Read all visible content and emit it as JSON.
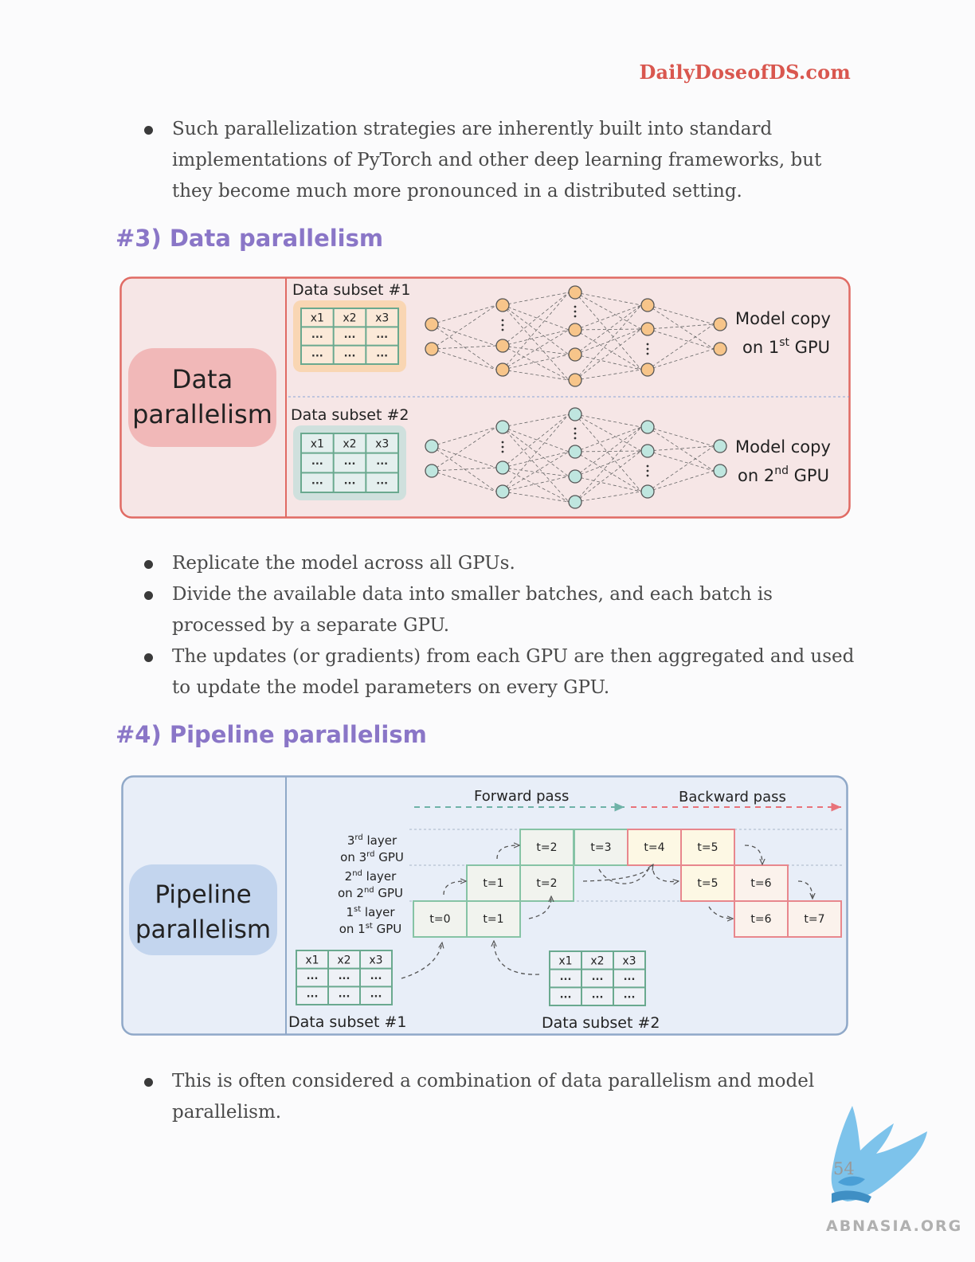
{
  "header": {
    "brand": "DailyDoseofDS.com"
  },
  "intro_bullets": [
    "Such parallelization strategies are inherently built into standard implementations of PyTorch and other deep learning frameworks, but they become much more pronounced in a distributed setting."
  ],
  "section3": {
    "heading": "#3) Data parallelism",
    "diagram": {
      "side_label_line1": "Data",
      "side_label_line2": "parallelism",
      "subset1_label": "Data subset #1",
      "subset2_label": "Data subset #2",
      "table_headers": [
        "x1",
        "x2",
        "x3"
      ],
      "table_cell": "...",
      "model_copy_1_line1": "Model copy",
      "model_copy_1_line2_pre": "on 1",
      "model_copy_1_sup": "st",
      "model_copy_1_line2_post": " GPU",
      "model_copy_2_line1": "Model copy",
      "model_copy_2_line2_pre": "on 2",
      "model_copy_2_sup": "nd",
      "model_copy_2_line2_post": " GPU",
      "colors": {
        "gpu1_node": "#f7c58a",
        "gpu2_node": "#bfe6df",
        "panel": "#f6e6e6",
        "border": "#e06a63",
        "pill": "#f1b8b8"
      }
    },
    "bullets": [
      "Replicate the model across all GPUs.",
      "Divide the available data into smaller batches, and each batch is processed by a separate GPU.",
      "The updates (or gradients) from each GPU are then aggregated and used to update the model parameters on every GPU."
    ]
  },
  "section4": {
    "heading": "#4) Pipeline parallelism",
    "diagram": {
      "side_label_line1": "Pipeline",
      "side_label_line2": "parallelism",
      "forward_label": "Forward pass",
      "backward_label": "Backward pass",
      "layer3_pre": "3",
      "layer3_sup": "rd",
      "layer3_post": " layer",
      "layer3_gpu_pre": "on 3",
      "layer3_gpu_sup": "rd",
      "layer3_gpu_post": " GPU",
      "layer2_pre": "2",
      "layer2_sup": "nd",
      "layer2_post": " layer",
      "layer2_gpu_pre": "on 2",
      "layer2_gpu_sup": "nd",
      "layer2_gpu_post": " GPU",
      "layer1_pre": "1",
      "layer1_sup": "st",
      "layer1_post": " layer",
      "layer1_gpu_pre": "on 1",
      "layer1_gpu_sup": "st",
      "layer1_gpu_post": " GPU",
      "row3_cells": [
        "t=2",
        "t=3",
        "t=4",
        "t=5"
      ],
      "row2_cells": [
        "t=1",
        "t=2",
        "t=5",
        "t=6"
      ],
      "row1_cells": [
        "t=0",
        "t=1",
        "t=6",
        "t=7"
      ],
      "subset1_label": "Data subset #1",
      "subset2_label": "Data subset #2",
      "table_headers": [
        "x1",
        "x2",
        "x3"
      ],
      "table_cell": "...",
      "colors": {
        "forward": "#6fb3a8",
        "backward": "#e8737a",
        "panel": "#e8eef8",
        "border": "#8fa8c8",
        "pill": "#c3d5ee"
      }
    },
    "bullets": [
      "This is often considered a combination of data parallelism and model parallelism."
    ]
  },
  "footer": {
    "page_number": "54",
    "watermark": "ABNASIA.ORG"
  }
}
